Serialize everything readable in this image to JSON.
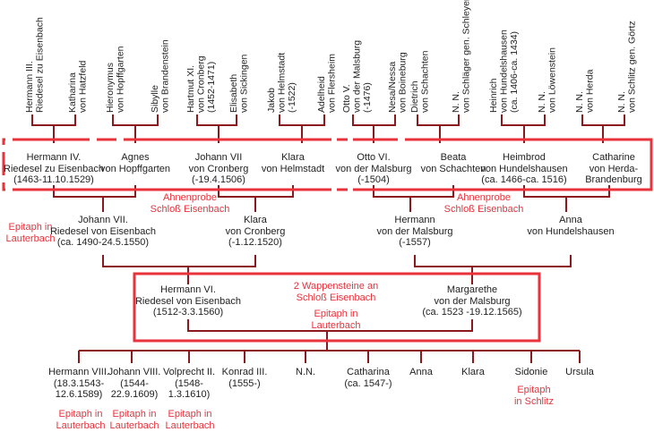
{
  "diagram_colors": {
    "line": "#8b1a1f",
    "box": "#e8323c",
    "note": "#e8323c",
    "text": "#222222"
  },
  "ancestors": {
    "hermann3": "Hermann III.\nRiedesel zu Eisenbach",
    "katharina_hatzfeld": "Katharina\nvon Hatzfeld",
    "hieronymus": "Hieronymus\nvon Hopffgarten",
    "sibylle": "Sibylle\nvon Brandenstein",
    "hartmut": "Hartmut XI.\nvon Cronberg\n(1452-1471)",
    "elisabeth": "Elisabeth\nvon Sickingen",
    "jakob": "Jakob\nvon Helmstadt\n(-1522)",
    "adelheid": "Adelheid\nvon Flersheim",
    "otto5": "Otto V.\nvon der Malsburg\n(-1476)",
    "nesa": "Nesa/Nessa\nvon Boineburg",
    "dietrich": "Dietrich\nvon Schachten",
    "nn_schlaeger": "N. N.\nvon Schläger gen. Schleyer",
    "heinrich": "Heinrich\nvon Hundelshausen\n(ca. 1406-ca. 1434)",
    "nn_loewenstein": "N. N.\nvon Löwenstein",
    "nn_herda": "N. N.\nvon Herda",
    "nn_schlitz": "N. N.\nvon Schlitz gen. Görtz"
  },
  "generation_great_grandparents": {
    "hermann4": "Hermann IV.\nRiedesel zu Eisenbach\n(1463-11.10.1529)",
    "agnes": "Agnes\nvon Hopffgarten",
    "johann7_cronberg": "Johann VII\nvon Cronberg\n(-19.4.1506)",
    "klara_helmstadt": "Klara\nvon Helmstadt",
    "otto6": "Otto VI.\nvon der Malsburg\n(-1504)",
    "beata": "Beata\nvon Schachten",
    "heimbrod": "Heimbrod\nvon Hundelshausen\n(ca. 1466-ca. 1516)",
    "catharine_herda": "Catharine\nvon Herda-\nBrandenburg"
  },
  "generation_grandparents": {
    "johann7_riedesel": "Johann VII.\nRiedesel von Eisenbach\n(ca. 1490-24.5.1550)",
    "klara_cronberg": "Klara\nvon Cronberg\n(-1.12.1520)",
    "hermann_malsburg": "Hermann\nvon der Malsburg\n(-1557)",
    "anna_hundelshausen": "Anna\nvon Hundelshausen"
  },
  "generation_parents": {
    "hermann6": "Hermann VI.\nRiedesel von Eisenbach\n(1512-3.3.1560)",
    "margarethe": "Margarethe\nvon der Malsburg\n(ca. 1523 -19.12.1565)"
  },
  "children": {
    "hermann8": "Hermann VIII.\n(18.3.1543-\n12.6.1589)",
    "johann8": "Johann VIII.\n(1544-\n22.9.1609)",
    "volprecht2": "Volprecht II.\n(1548-\n1.3.1610)",
    "konrad3": "Konrad III.\n(1555-)",
    "nn": "N.N.",
    "catharina": "Catharina\n(ca. 1547-)",
    "anna": "Anna",
    "klara": "Klara",
    "sidonie": "Sidonie",
    "ursula": "Ursula"
  },
  "notes": {
    "ahnenprobe_left": "Ahnenprobe\nSchloß Eisenbach",
    "ahnenprobe_right": "Ahnenprobe\nSchloß Eisenbach",
    "epitaph_lauterbach_left": "Epitaph in\nLauterbach",
    "wappensteine": "2 Wappensteine an\nSchloß Eisenbach",
    "epitaph_lauterbach_center": "Epitaph in\nLauterbach",
    "epitaph_hermann8": "Epitaph in\nLauterbach",
    "epitaph_johann8": "Epitaph in\nLauterbach",
    "epitaph_volprecht2": "Epitaph in\nLauterbach",
    "epitaph_sidonie": "Epitaph\nin Schlitz"
  }
}
